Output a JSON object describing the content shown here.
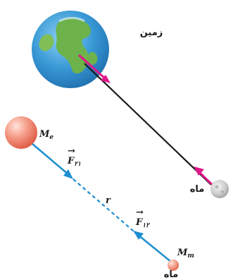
{
  "labels": {
    "earth": "زمین",
    "moon_top": "ماه",
    "moon_bottom": "ماه",
    "distance": "r"
  },
  "symbols": {
    "earth_mass": {
      "main": "M",
      "sub": "e"
    },
    "moon_mass": {
      "main": "M",
      "sub": "m"
    },
    "force_21": {
      "main": "F",
      "sub": "۲۱",
      "arrow": "→"
    },
    "force_12": {
      "main": "F",
      "sub": "۱۲",
      "arrow": "→"
    }
  },
  "colors": {
    "earth_ocean": "#4aa3dc",
    "earth_land": "#6db24a",
    "connector_line": "#1a1a1a",
    "force_arrow": "#e0168a",
    "moon": "#cfcfcf",
    "sphere_pink": "#f28c7a",
    "force_line": "#1e8fd0"
  }
}
